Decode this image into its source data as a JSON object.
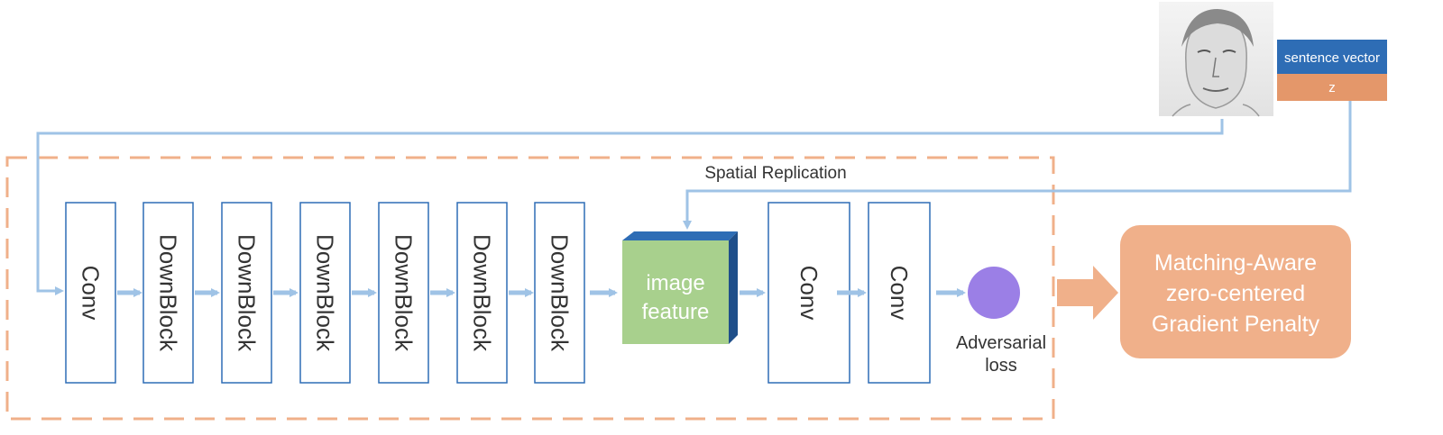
{
  "diagram": {
    "face_image": {
      "alt": "face-sketch-image"
    },
    "input_bar": {
      "sentence_vector_label": "sentence vector",
      "z_label": "z",
      "sentence_vector_color": "#2e6db5",
      "z_color": "#e4976a"
    },
    "spatial_replication_label": "Spatial Replication",
    "blocks": [
      {
        "label": "Conv"
      },
      {
        "label": "DownBlock"
      },
      {
        "label": "DownBlock"
      },
      {
        "label": "DownBlock"
      },
      {
        "label": "DownBlock"
      },
      {
        "label": "DownBlock"
      },
      {
        "label": "DownBlock"
      }
    ],
    "feature_cube": {
      "line1": "image",
      "line2": "feature",
      "front_color": "#a8d08d",
      "side_color": "#2e6db5"
    },
    "post_blocks": [
      {
        "label": "Conv"
      },
      {
        "label": "Conv"
      }
    ],
    "adversarial": {
      "line1": "Adversarial",
      "line2": "loss",
      "color": "#9b7fe6"
    },
    "penalty_box": {
      "line1": "Matching-Aware",
      "line2": "zero-centered",
      "line3": "Gradient Penalty",
      "color": "#f0b08a"
    },
    "colors": {
      "arrow": "#9fc3e6",
      "dashed_border": "#f0b08a",
      "block_border": "#2e6db5"
    }
  }
}
